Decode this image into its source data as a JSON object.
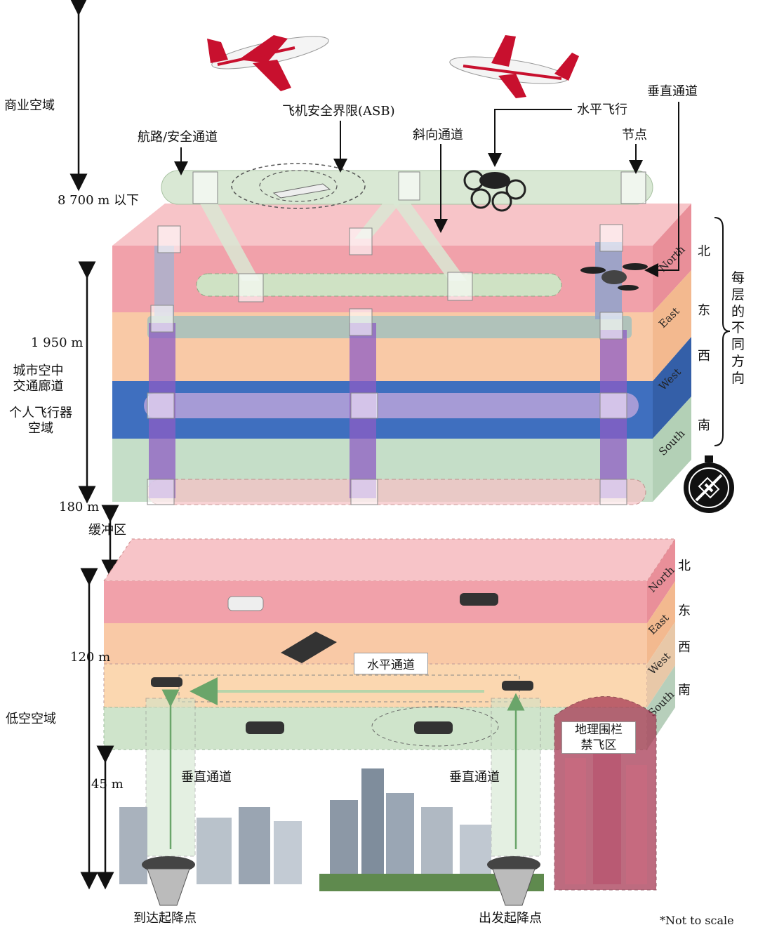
{
  "labels": {
    "commercial_airspace": "商业空域",
    "alt_8700": "8 700 m 以下",
    "route_safety_channel": "航路/安全通道",
    "asb": "飞机安全界限(ASB)",
    "diagonal_channel": "斜向通道",
    "horizontal_flight": "水平飞行",
    "vertical_channel_top": "垂直通道",
    "node": "节点",
    "alt_1950": "1 950 m",
    "uam_corridor": "城市空中交通廊道",
    "pav_airspace": "个人飞行器空域",
    "alt_180": "180 m",
    "buffer_zone": "缓冲区",
    "alt_120": "120 m",
    "low_altitude_airspace": "低空空域",
    "alt_45": "45 m",
    "horizontal_channel": "水平通道",
    "vertical_channel_left": "垂直通道",
    "vertical_channel_right": "垂直通道",
    "geofence": "地理围栏",
    "no_fly_zone": "禁飞区",
    "arrival_vertiport": "到达起降点",
    "departure_vertiport": "出发起降点",
    "not_to_scale": "*Not to scale",
    "different_direction": "每层的不同方向"
  },
  "upper_layers": [
    {
      "en": "North",
      "zh": "北",
      "color": "#f2a3ab"
    },
    {
      "en": "East",
      "zh": "东",
      "color": "#f9c9a6"
    },
    {
      "en": "West",
      "zh": "西",
      "color": "#3f6fbf"
    },
    {
      "en": "South",
      "zh": "南",
      "color": "#c5dec8"
    }
  ],
  "lower_layers": [
    {
      "en": "North",
      "zh": "北",
      "color": "#f2a3ab"
    },
    {
      "en": "East",
      "zh": "东",
      "color": "#f9c9a6"
    },
    {
      "en": "West",
      "zh": "西",
      "color": "#fbd7b0"
    },
    {
      "en": "South",
      "zh": "南",
      "color": "#cfe4cb"
    }
  ],
  "icons": [
    "airplane-icon",
    "evtol-icon",
    "drone-icon",
    "compass-icon",
    "vertiport-icon",
    "building-icon"
  ]
}
